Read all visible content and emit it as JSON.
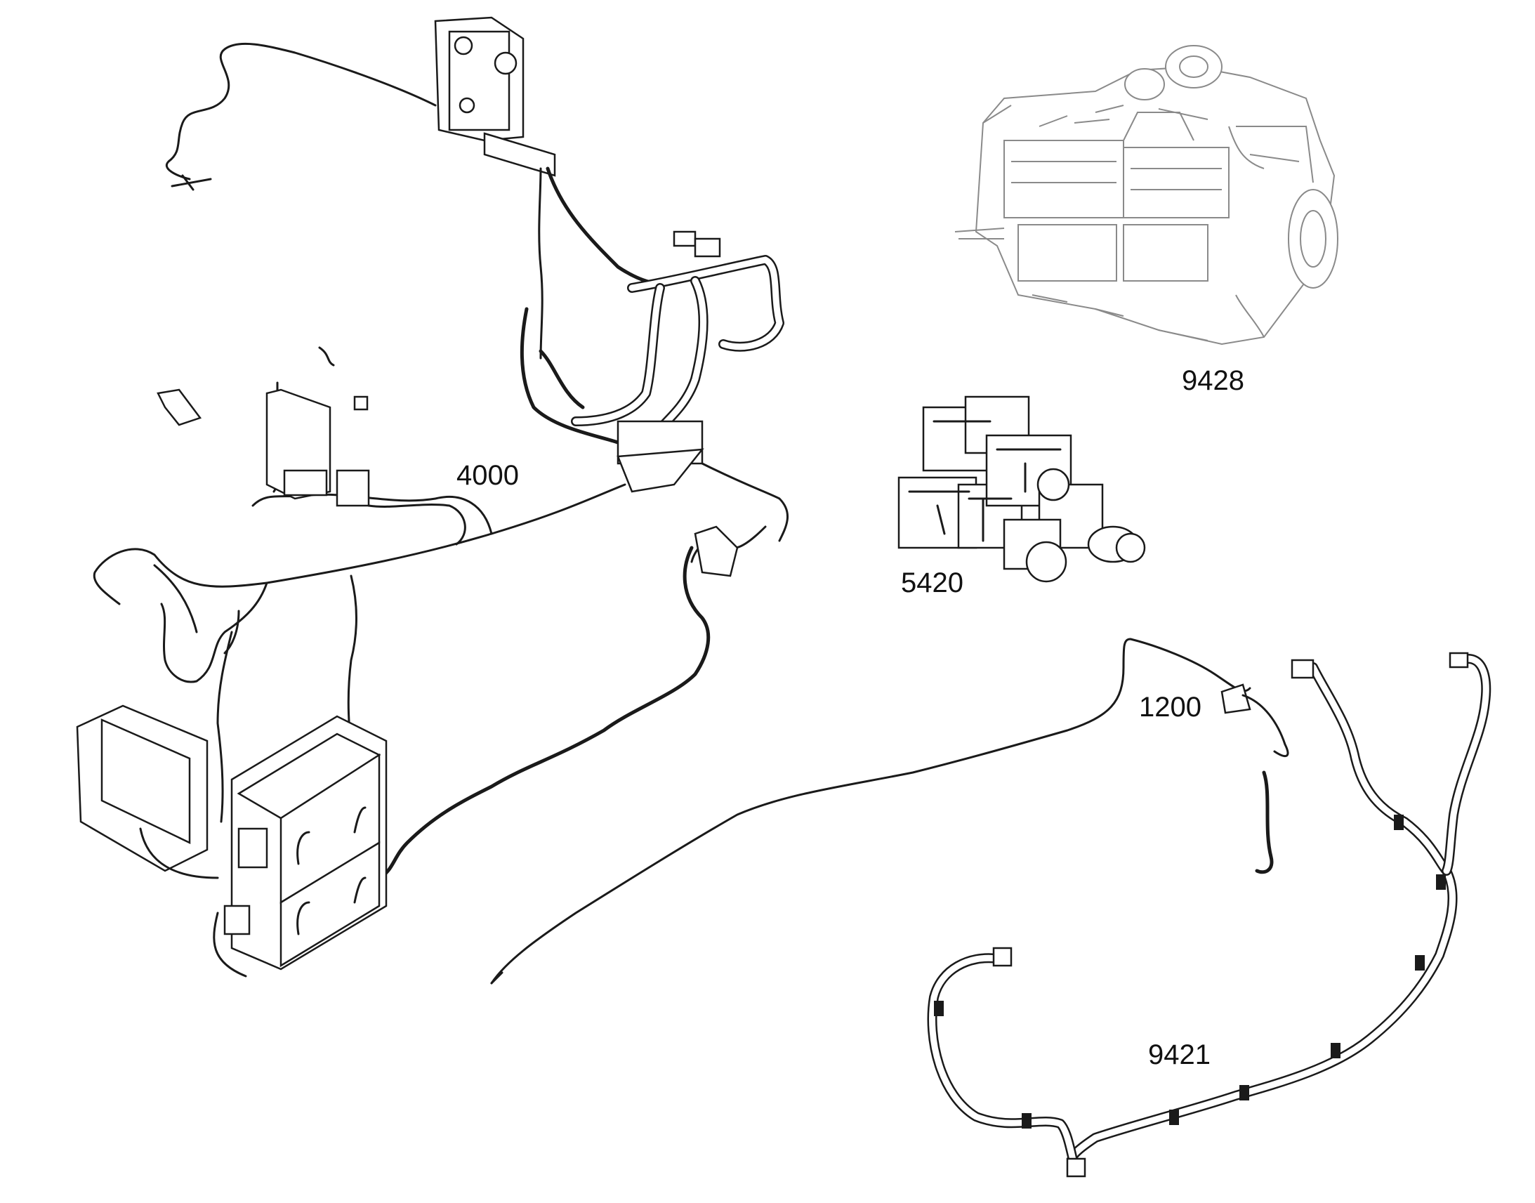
{
  "diagram": {
    "labels": {
      "main_harness": "4000",
      "engine": "9428",
      "pump_assembly": "5420",
      "sensor_harness": "1200",
      "tube_harness": "9421"
    }
  }
}
